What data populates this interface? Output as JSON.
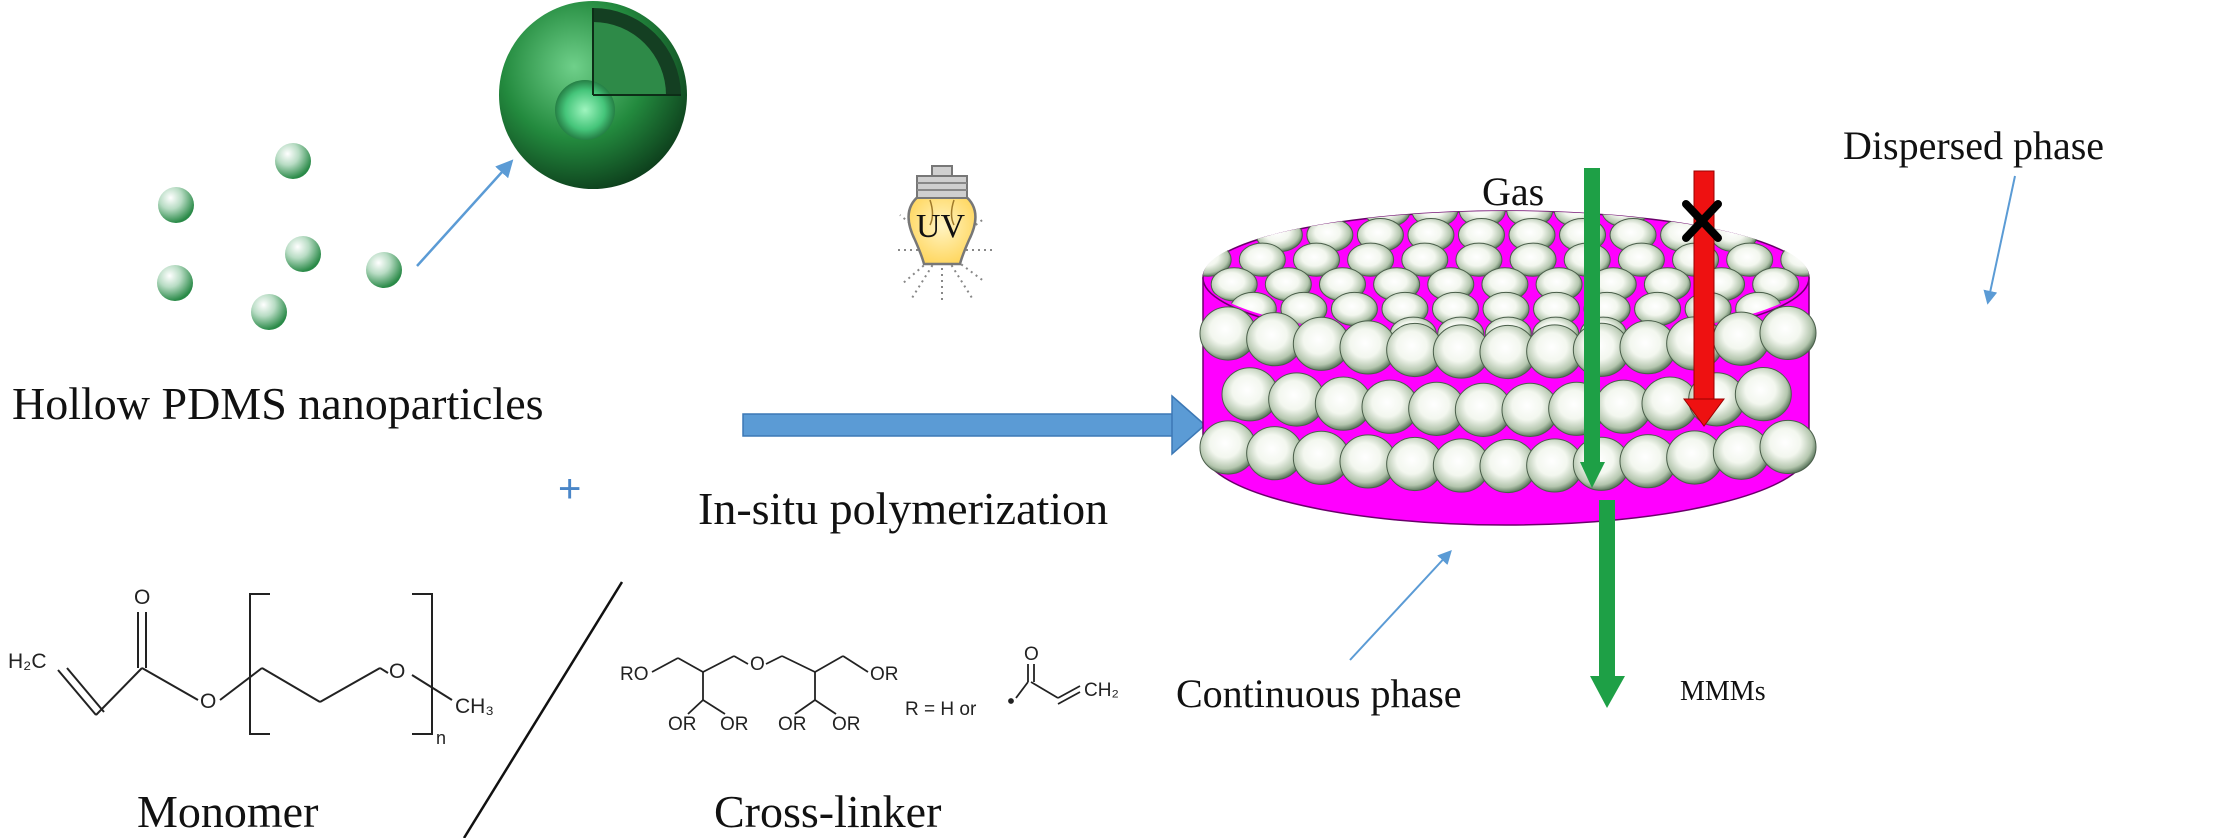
{
  "labels": {
    "nanoparticles": "Hollow PDMS nanoparticles",
    "plus": "+",
    "process": "In-situ polymerization",
    "uv": "UV",
    "monomer": "Monomer",
    "crosslinker": "Cross-linker",
    "gas": "Gas",
    "dispersed_phase": "Dispersed phase",
    "continuous_phase": "Continuous phase",
    "mmms": "MMMs"
  },
  "chem": {
    "monomer_h2c": "H₂C",
    "monomer_o_carbonyl": "O",
    "monomer_o_ester": "O",
    "monomer_o_ether": "O",
    "monomer_ch3": "CH₃",
    "monomer_n": "n",
    "xl_ro_left": "RO",
    "xl_o_center": "O",
    "xl_or_right": "OR",
    "xl_or_1": "OR",
    "xl_or_2": "OR",
    "xl_or_3": "OR",
    "xl_or_4": "OR",
    "xl_r_def": "R = H or",
    "xl_o_acryl": "O",
    "xl_ch2": "CH₂"
  },
  "colors": {
    "sphere_green": "#2f9b50",
    "membrane_magenta": "#ff00ff",
    "arrow_blue": "#5b9bd5",
    "gas_green": "#1ea046",
    "blocked_red": "#ee1111",
    "bulb_yellow": "#ffd966"
  },
  "icons": [
    "bulb-icon",
    "cross-mark-icon",
    "hollow-sphere-cutaway-icon"
  ]
}
